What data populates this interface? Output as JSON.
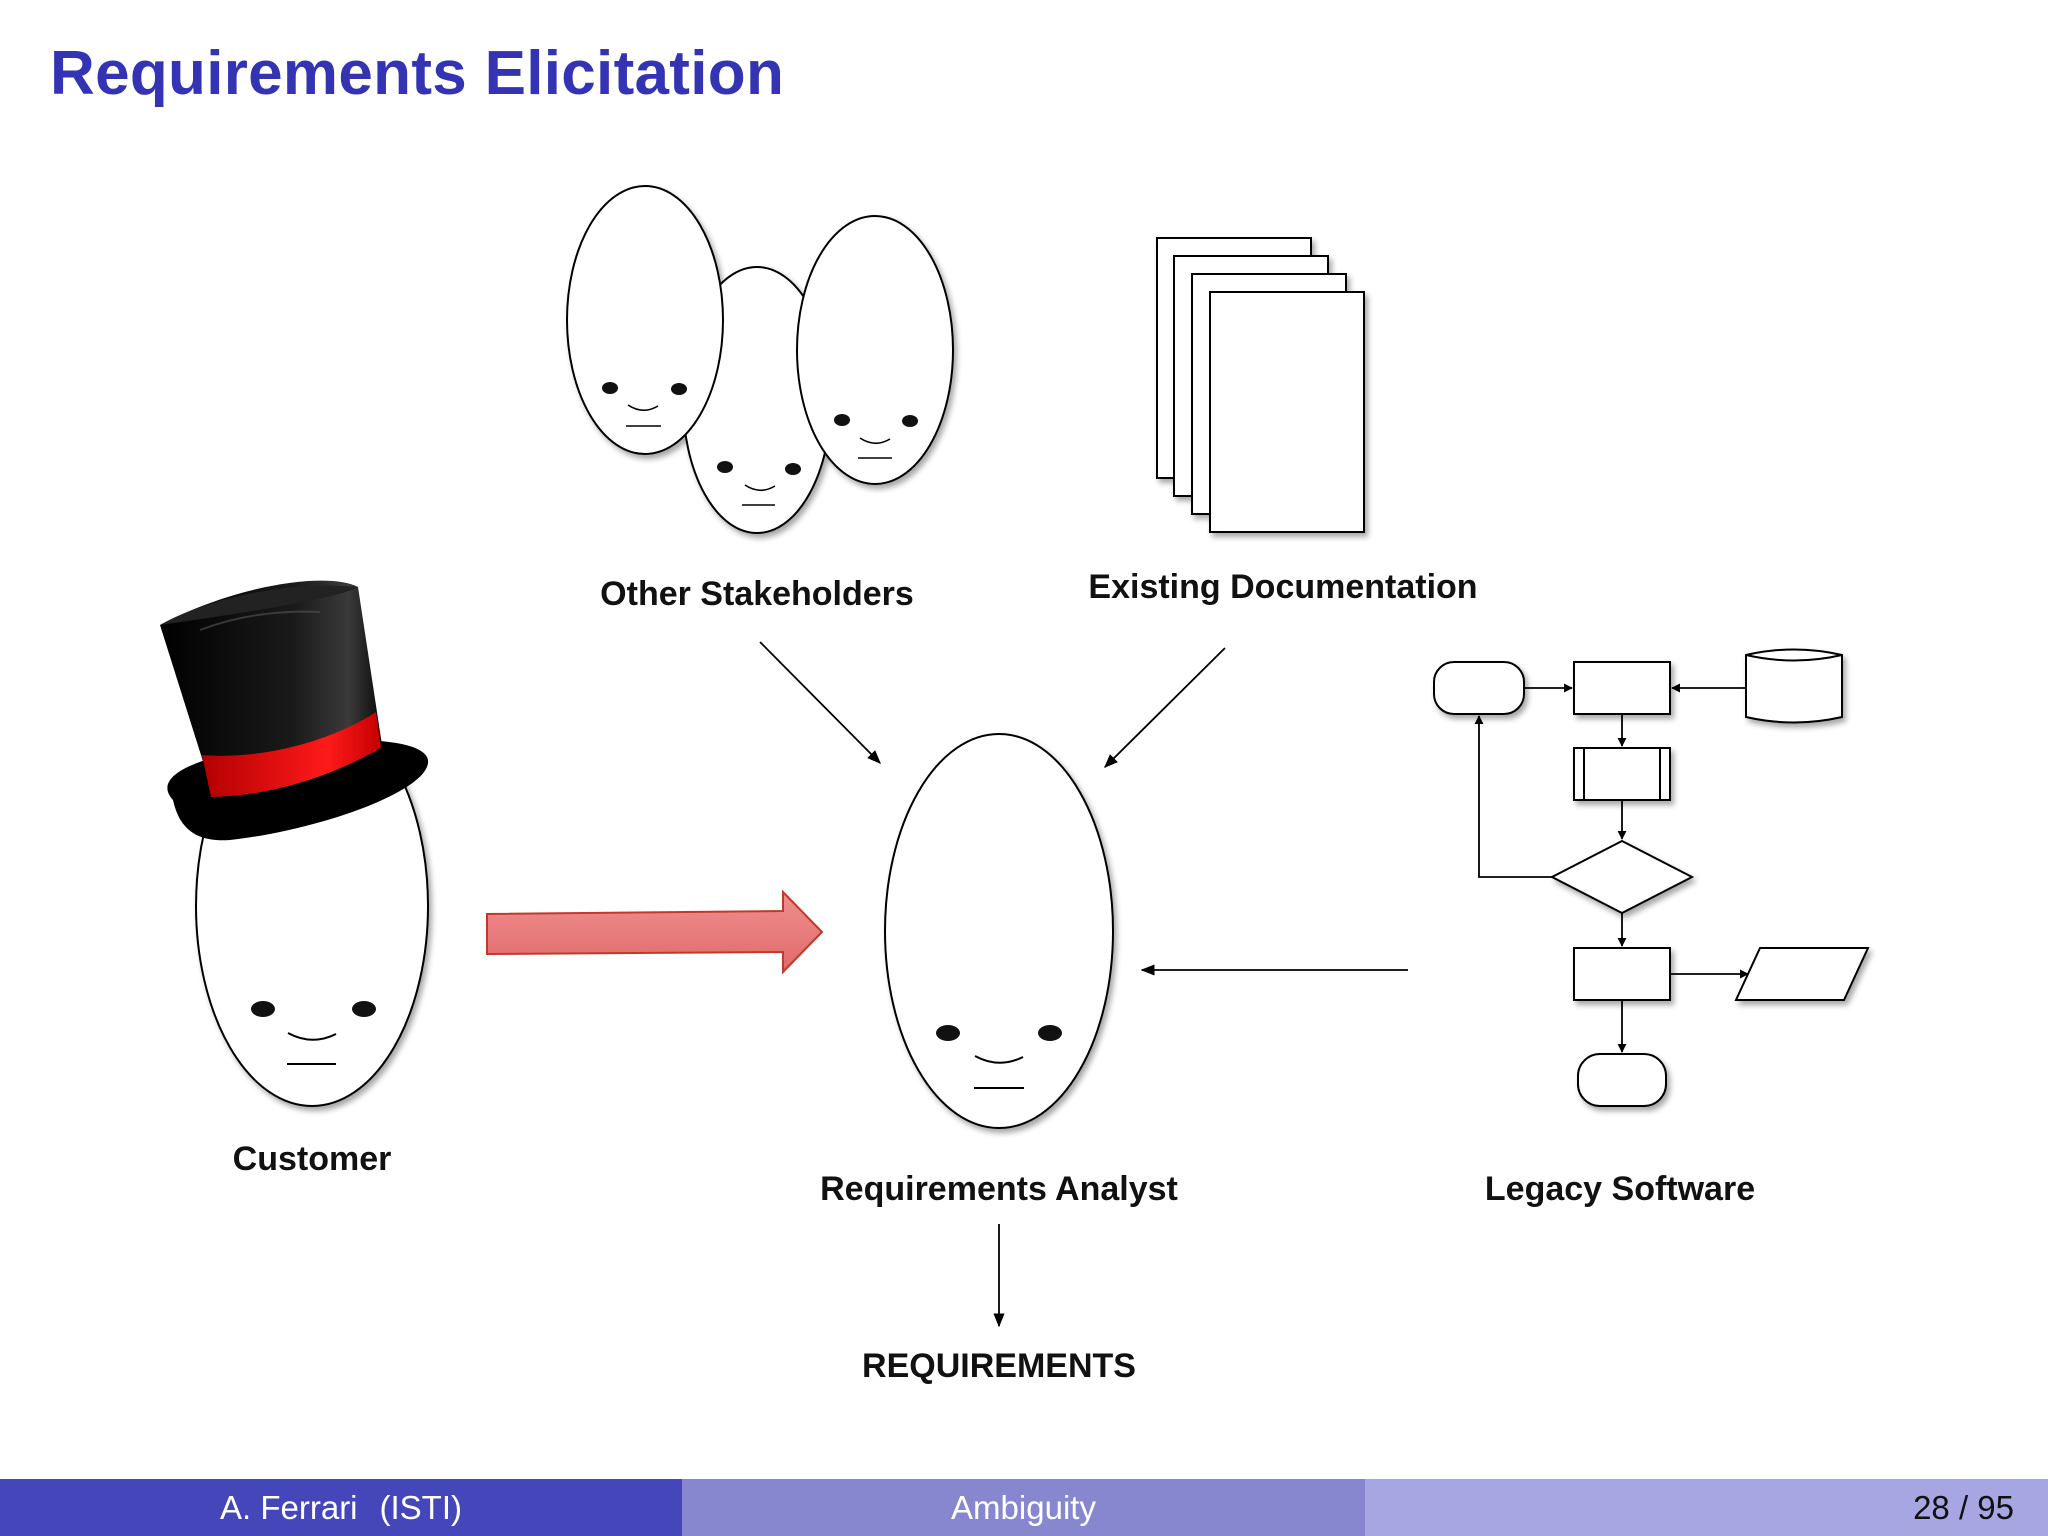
{
  "slide": {
    "title": "Requirements Elicitation"
  },
  "labels": {
    "stakeholders": "Other Stakeholders",
    "documentation": "Existing Documentation",
    "customer": "Customer",
    "analyst": "Requirements Analyst",
    "legacy": "Legacy Software",
    "requirements": "REQUIREMENTS"
  },
  "footer": {
    "author": "A. Ferrari",
    "affiliation": "(ISTI)",
    "topic": "Ambiguity",
    "page": "28 / 95"
  },
  "colors": {
    "title": "#3333b3",
    "hat_band": "#e01616",
    "input_arrow": "#e97b7b",
    "footer_left": "#4646bb",
    "footer_mid": "#8787d0",
    "footer_right": "#a6a6e2"
  },
  "icons": [
    "stakeholder-faces-icon",
    "documents-stack-icon",
    "top-hat-icon",
    "flowchart-icon"
  ]
}
